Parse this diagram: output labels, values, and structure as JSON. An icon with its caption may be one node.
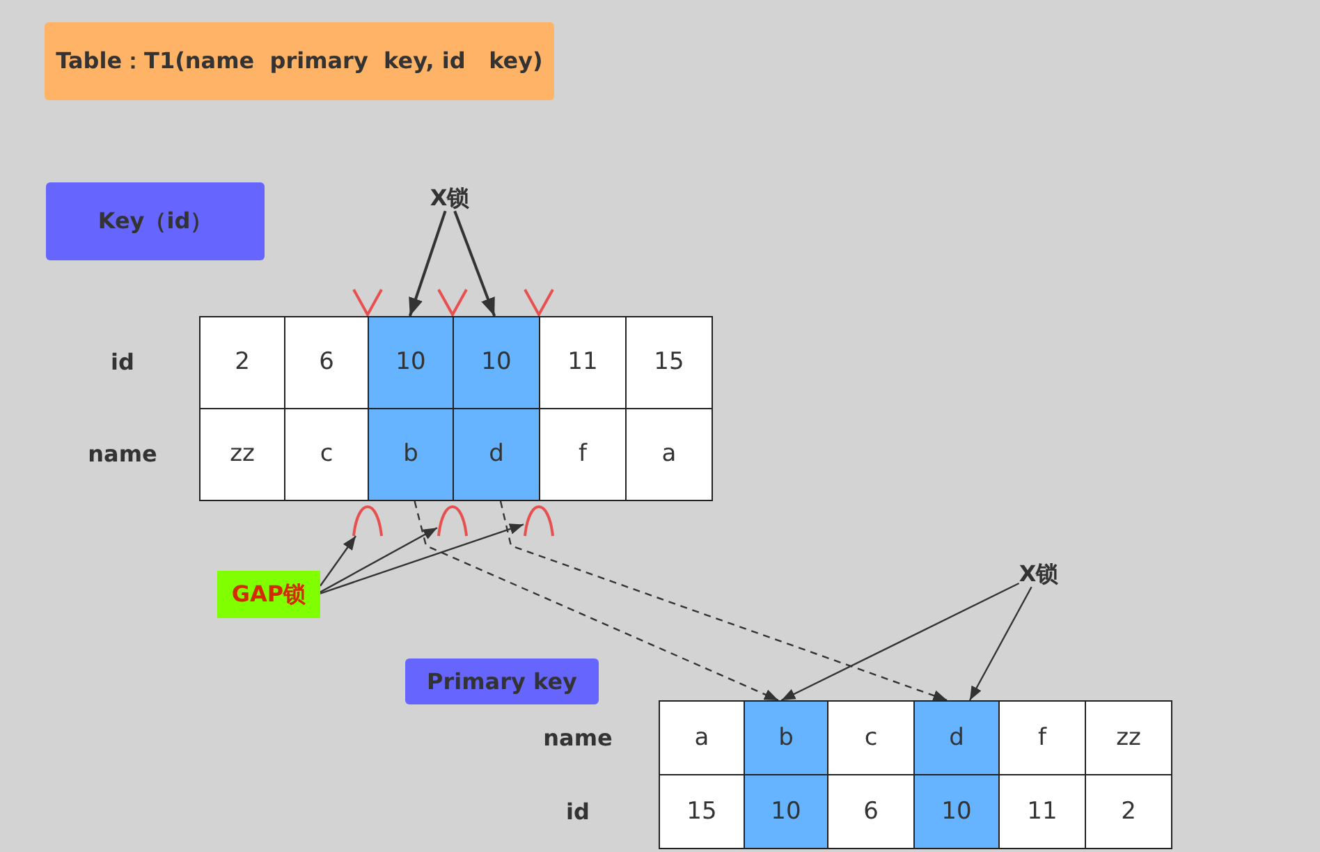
{
  "diagram": {
    "nodes": [
      {
        "text": [
          "Table：T1(name  primary  key, id   key)"
        ]
      },
      {
        "text": [
          "Key（id）"
        ]
      },
      {
        "text": [
          "X锁"
        ]
      },
      {
        "text": [
          "2"
        ]
      },
      {
        "text": [
          "6"
        ]
      },
      {
        "text": [
          "10"
        ]
      },
      {
        "text": [
          "10"
        ]
      },
      {
        "text": [
          "11"
        ]
      },
      {
        "text": [
          "15"
        ]
      },
      {
        "text": [
          "zz"
        ]
      },
      {
        "text": [
          "c"
        ]
      },
      {
        "text": [
          "b"
        ]
      },
      {
        "text": [
          "d"
        ]
      },
      {
        "text": [
          "f"
        ]
      },
      {
        "text": [
          "a"
        ]
      },
      {
        "text": [],
        "shape": "arc"
      },
      {
        "text": [],
        "shape": "arc"
      },
      {
        "text": [],
        "shape": "arc"
      },
      {
        "text": [
          "GAP锁"
        ]
      },
      {
        "text": [
          "X锁"
        ]
      },
      {
        "text": [
          "Primary key"
        ]
      },
      {
        "text": [
          "a"
        ]
      },
      {
        "text": [
          "b"
        ]
      },
      {
        "text": [
          "c"
        ]
      },
      {
        "text": [
          "d"
        ]
      },
      {
        "text": [
          "f"
        ]
      },
      {
        "text": [
          "zz"
        ]
      },
      {
        "text": [
          "15"
        ]
      },
      {
        "text": [
          "10"
        ]
      },
      {
        "text": [
          "6"
        ]
      },
      {
        "text": [
          "10"
        ]
      },
      {
        "text": [
          "11"
        ]
      },
      {
        "text": [
          "2"
        ]
      }
    ],
    "edges": [
      {
        "from": 2,
        "to": 5,
        "arrow": "to"
      },
      {
        "from": 2,
        "to": 6,
        "arrow": "to"
      },
      {
        "from": 18,
        "to": 15,
        "arrow": "to"
      },
      {
        "from": 18,
        "to": 16,
        "arrow": "to"
      },
      {
        "from": 18,
        "to": 17,
        "arrow": "to"
      },
      {
        "from": 11,
        "to": 22,
        "arrow": "to",
        "style": "dashed"
      },
      {
        "from": 12,
        "to": 24,
        "arrow": "to",
        "style": "dashed"
      },
      {
        "from": 19,
        "to": 22,
        "arrow": "to"
      },
      {
        "from": 19,
        "to": 24,
        "arrow": "to"
      }
    ],
    "labels": [
      "id",
      "name",
      "name",
      "id"
    ]
  }
}
